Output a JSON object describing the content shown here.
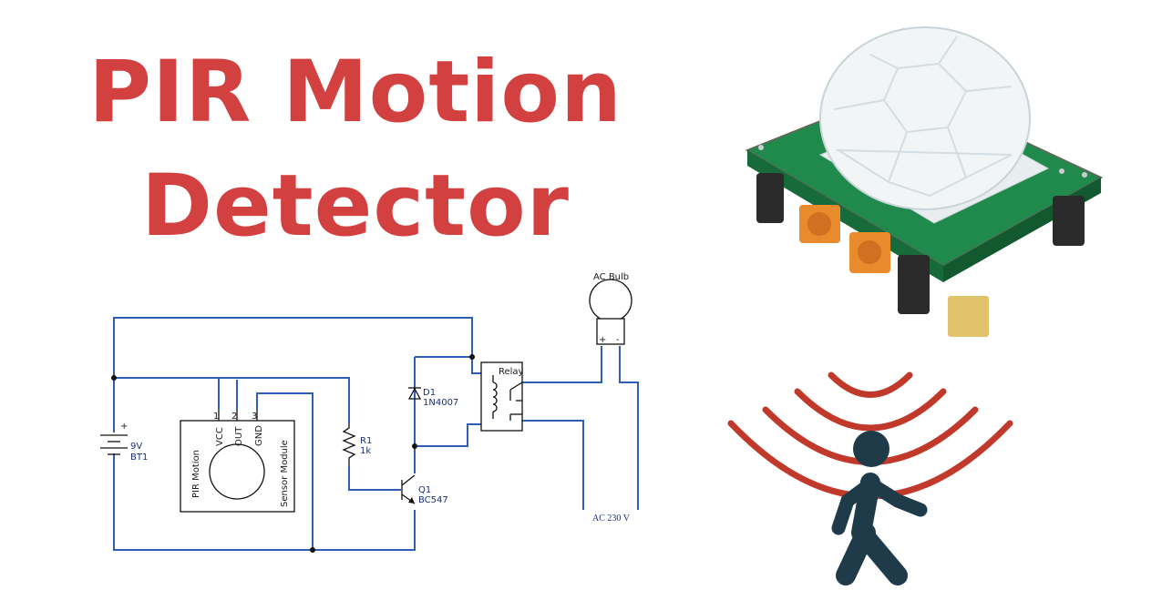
{
  "title": {
    "line1": "PIR Motion",
    "line2": "Detector"
  },
  "colors": {
    "title": "#d2403f",
    "wire": "#2d5fb4",
    "waves": "#c0392b",
    "person": "#1f3a48",
    "pcb": "#1f8a4c"
  },
  "circuit": {
    "battery": {
      "plus": "+",
      "value": "9V",
      "ref": "BT1"
    },
    "module": {
      "name_left": "PIR Motion",
      "name_right": "Sensor Module",
      "pin1": "1",
      "pin2": "2",
      "pin3": "3",
      "vcc": "VCC",
      "out": "OUT",
      "gnd": "GND"
    },
    "resistor": {
      "ref": "R1",
      "value": "1k"
    },
    "diode": {
      "ref": "D1",
      "value": "1N4007"
    },
    "transistor": {
      "ref": "Q1",
      "value": "BC547"
    },
    "relay": {
      "label": "Relay"
    },
    "bulb": {
      "label": "AC Bulb",
      "plus": "+",
      "minus": "-"
    },
    "supply": {
      "label": "AC 230 V"
    }
  },
  "icons": {
    "sensor_photo": "pir-sensor-module-icon",
    "motion": "motion-waves-person-icon"
  }
}
